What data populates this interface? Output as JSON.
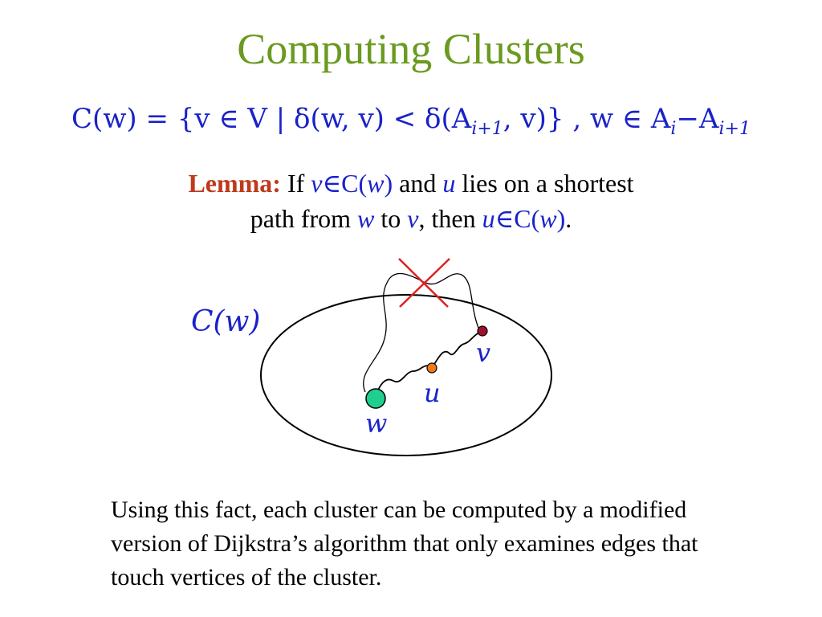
{
  "slide": {
    "title": "Computing Clusters"
  },
  "formula": {
    "text_lhs": "C(w) = {v ∈ V | δ(w, v) < δ(A",
    "sub1": "i+1",
    "text_mid": ", v)} ,  w ∈ A",
    "sub2": "i",
    "text_minus": "−A",
    "sub3": "i+1"
  },
  "lemma": {
    "head": "Lemma:",
    "p1": " If ",
    "v1": "v",
    "in1": "∈C(",
    "w1": "w",
    "close1": ")",
    "p2": " and ",
    "u1": "u",
    "p3": " lies on a shortest",
    "p4": "path from ",
    "w2": "w",
    "p5": " to ",
    "v2": "v",
    "p6": ", then ",
    "u2": "u",
    "in2": "∈C(",
    "w3": "w",
    "close2": ")",
    "p7": "."
  },
  "diagram": {
    "cluster_label": "C(w)",
    "label_v": "v",
    "label_u": "u",
    "label_w": "w",
    "colors": {
      "w_node": "#1fcf8f",
      "u_node": "#f07a1a",
      "v_node": "#a0102a",
      "cross": "#e02020",
      "label": "#1a22c8"
    }
  },
  "body_text": "Using this fact, each cluster can be computed by a modified version of Dijkstra’s algorithm that only examines edges that touch vertices of the cluster."
}
